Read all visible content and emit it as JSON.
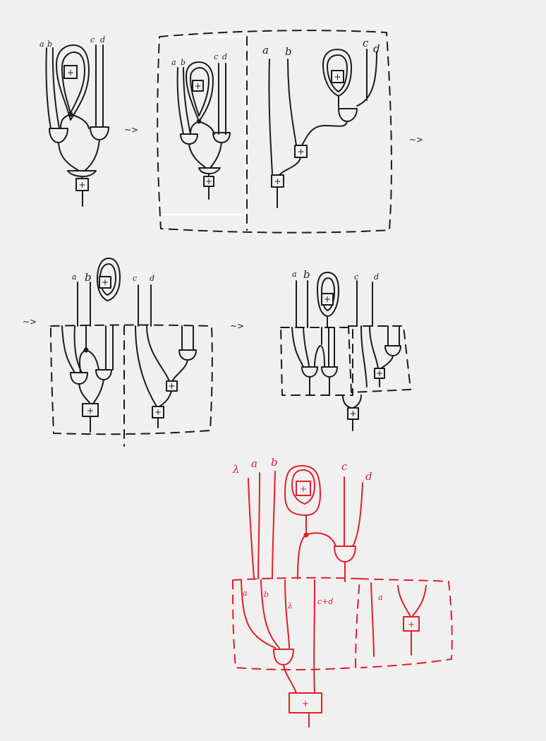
{
  "colors": {
    "background": "#f0f0f0",
    "ink": "#1b1b1b",
    "red": "#e0202a",
    "white_frame": "#ffffff"
  },
  "glyphs": {
    "plus": "+",
    "squiggle_arrow": "~>"
  },
  "labels": {
    "d1": [
      "a",
      "b",
      "c",
      "d"
    ],
    "d2_inner": [
      "a",
      "b",
      "c",
      "d"
    ],
    "d2_outer": [
      "a",
      "b",
      "c",
      "d"
    ],
    "d3": [
      "a",
      "b",
      "c",
      "d"
    ],
    "d4": [
      "a",
      "b",
      "c",
      "d"
    ],
    "red_top": [
      "λ",
      "a",
      "b",
      "c",
      "d"
    ],
    "red_box": [
      "a",
      "b",
      "λ",
      "c+d",
      "a"
    ]
  }
}
